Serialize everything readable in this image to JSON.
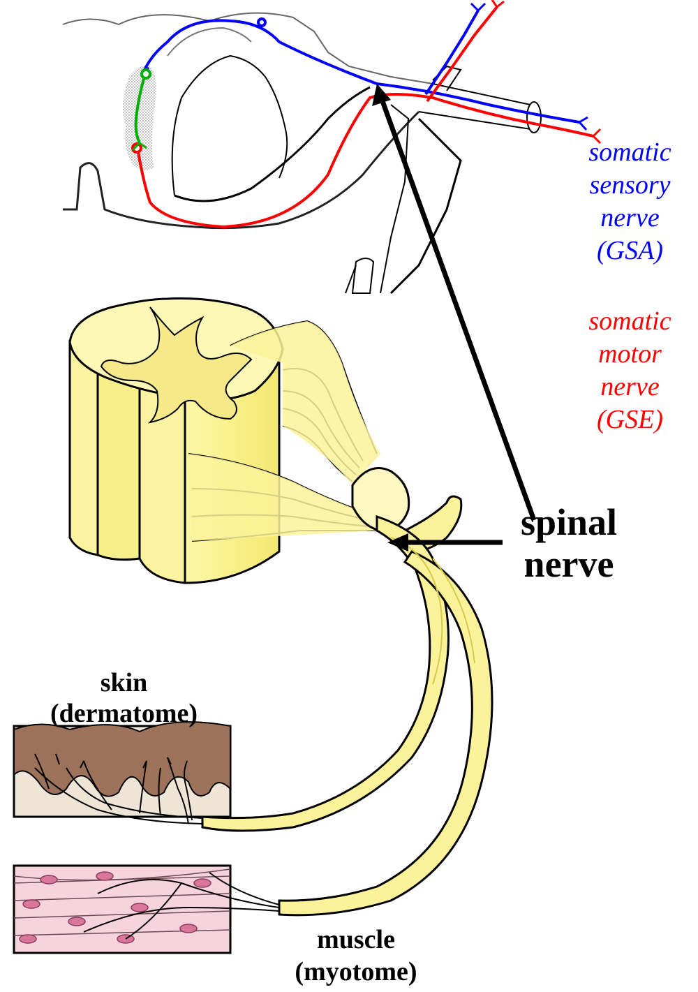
{
  "labels": {
    "sensory": [
      "somatic",
      "sensory",
      "nerve",
      "(GSA)"
    ],
    "motor": [
      "somatic",
      "motor",
      "nerve",
      "(GSE)"
    ],
    "spinal_nerve": [
      "spinal",
      "nerve"
    ],
    "skin": [
      "skin",
      "(dermatome)"
    ],
    "muscle": [
      "muscle",
      "(myotome)"
    ]
  },
  "colors": {
    "sensory": "#0000ff",
    "motor": "#ff0000",
    "interneuron": "#00b000",
    "nerve_fill": "#fbf59a",
    "skin_dermis": "#9c735a",
    "skin_base": "#eee5d7",
    "muscle": "#f7d3de"
  }
}
